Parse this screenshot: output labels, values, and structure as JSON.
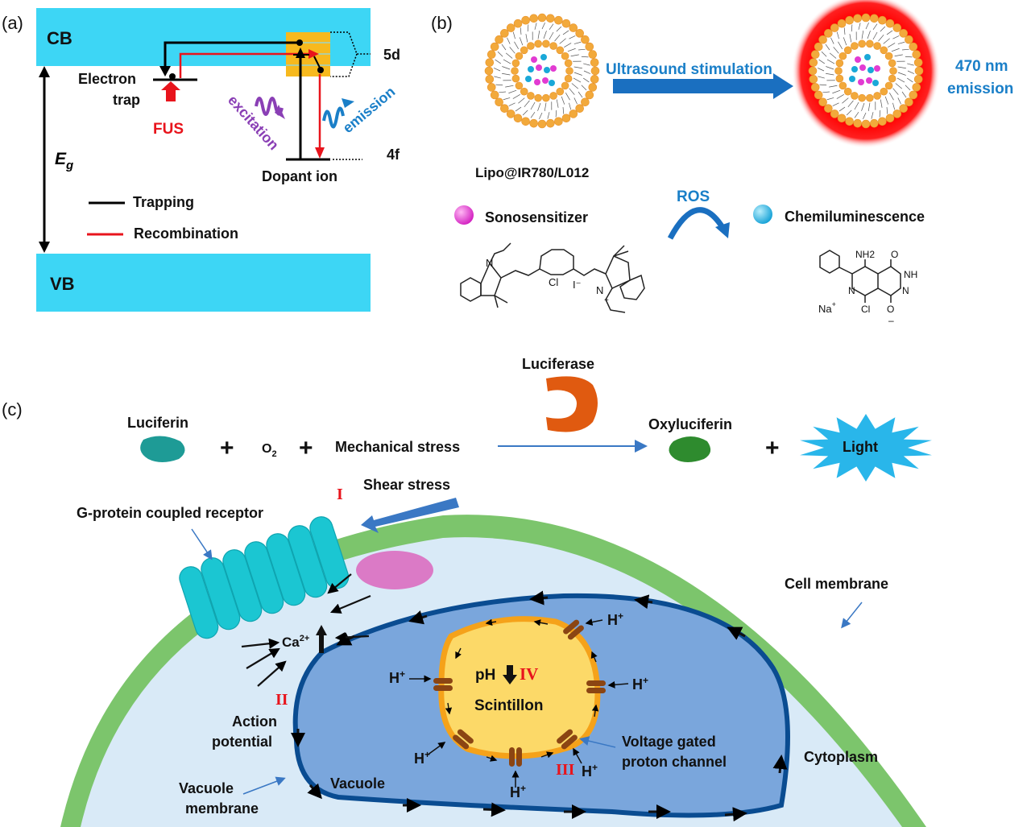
{
  "colors": {
    "band": "#3dd6f5",
    "trap_line": "#000000",
    "recomb_line": "#e8141c",
    "excitation": "#8a3fb5",
    "emission_blue": "#1a7fc8",
    "orange_5d": "#f7b91e",
    "cell_membrane": "#7cc56c",
    "cytoplasm": "#d9eaf7",
    "vacuole": "#7aa6dc",
    "vacuole_membrane": "#0a4c91",
    "scintillon": "#fcd968",
    "scintillon_rim": "#f5a21a",
    "channel": "#8b4513",
    "gpcr": "#1bc6d2",
    "g_protein": "#db7ac6",
    "luciferase": "#e05a10",
    "luciferin": "#1e9b96",
    "oxyluciferin": "#2e8b2e",
    "light_star": "#29b6ea",
    "roman_numeral": "#e8141c",
    "liposome_bead": "#f2a93b",
    "sonosensitizer_dot": "#e23bd2",
    "chemilum_dot": "#1aa8d8"
  },
  "panel_a": {
    "label": "(a)",
    "cb": "CB",
    "vb": "VB",
    "eg_main": "E",
    "eg_sub": "g",
    "electron_trap_1": "Electron",
    "electron_trap_2": "trap",
    "fus": "FUS",
    "level_5d": "5d",
    "level_4f": "4f",
    "dopant_ion": "Dopant ion",
    "excitation": "excitation",
    "emission": "emission",
    "legend": [
      {
        "label": "Trapping",
        "color": "#000000"
      },
      {
        "label": "Recombination",
        "color": "#e8141c"
      }
    ]
  },
  "panel_b": {
    "label": "(b)",
    "stimulus": "Ultrasound stimulation",
    "emission_1": "470 nm",
    "emission_2": "emission",
    "name": "Lipo@IR780/L012",
    "ros": "ROS",
    "sonosensitizer": "Sonosensitizer",
    "chemiluminescence": "Chemiluminescence",
    "ir780_labels": {
      "cl": "Cl",
      "iodide": "I⁻",
      "n1": "N",
      "n2": "N",
      "plus": "+"
    },
    "l012_labels": {
      "nh2": "NH2",
      "o_top": "O",
      "nh": "NH",
      "n_ring": "N",
      "n2": "N",
      "cl": "Cl",
      "o_bottom": "O",
      "minus": "–",
      "na": "Na",
      "na_charge": "+"
    }
  },
  "panel_c": {
    "label": "(c)",
    "luciferase": "Luciferase",
    "luciferin": "Luciferin",
    "plus": "+",
    "o2": "O",
    "o2_sub": "2",
    "mechanical_stress": "Mechanical stress",
    "oxyluciferin": "Oxyluciferin",
    "light": "Light",
    "shear_stress": "Shear stress",
    "gpcr": "G-protein coupled receptor",
    "cell_membrane": "Cell membrane",
    "calcium": "Ca",
    "calcium_charge": "2+",
    "action_1": "Action",
    "action_2": "potential",
    "vacuole_membrane_1": "Vacuole",
    "vacuole_membrane_2": "membrane",
    "vacuole": "Vacuole",
    "ph": "pH",
    "scintillon": "Scintillon",
    "channel_1": "Voltage gated",
    "channel_2": "proton channel",
    "cytoplasm": "Cytoplasm",
    "proton": "H",
    "proton_charge": "+",
    "roman": {
      "i": "I",
      "ii": "II",
      "iii": "III",
      "iv": "IV"
    }
  }
}
